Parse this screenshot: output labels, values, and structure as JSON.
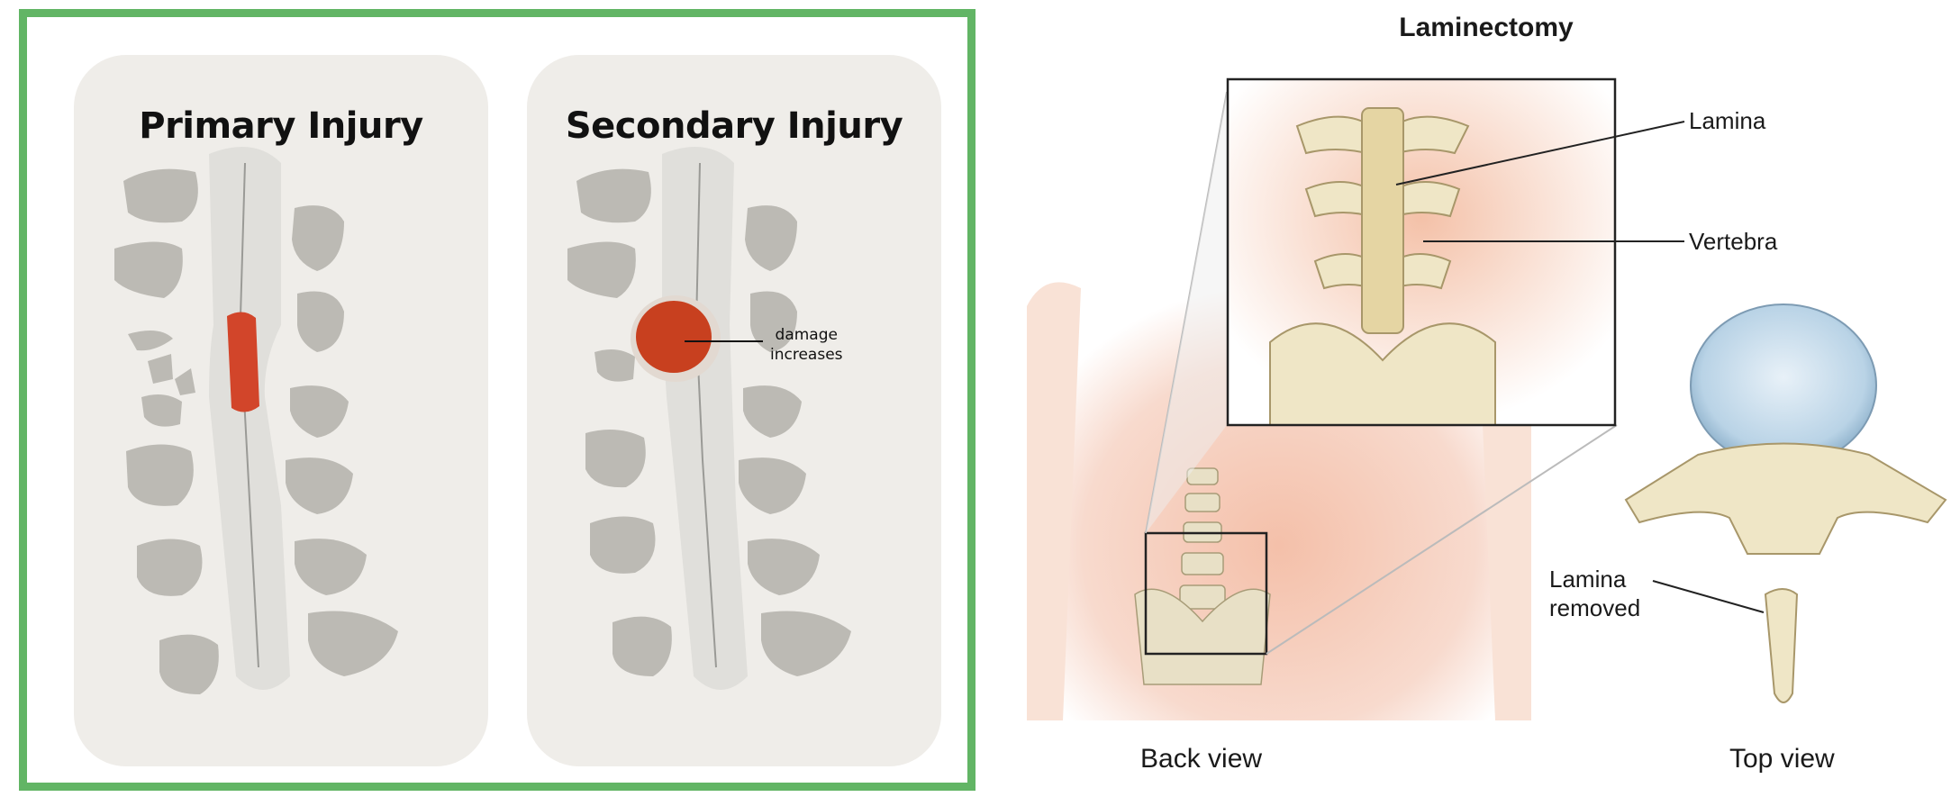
{
  "left_panel": {
    "primary_title": "Primary Injury",
    "secondary_title": "Secondary Injury",
    "damage_label_line1": "damage",
    "damage_label_line2": "increases",
    "border_color": "#62b565",
    "injury_color": "#d2452a"
  },
  "right_panel": {
    "title": "Laminectomy",
    "label_lamina": "Lamina",
    "label_vertebra": "Vertebra",
    "label_lamina_removed_line1": "Lamina",
    "label_lamina_removed_line2": "removed",
    "label_back_view": "Back view",
    "label_top_view": "Top view"
  }
}
